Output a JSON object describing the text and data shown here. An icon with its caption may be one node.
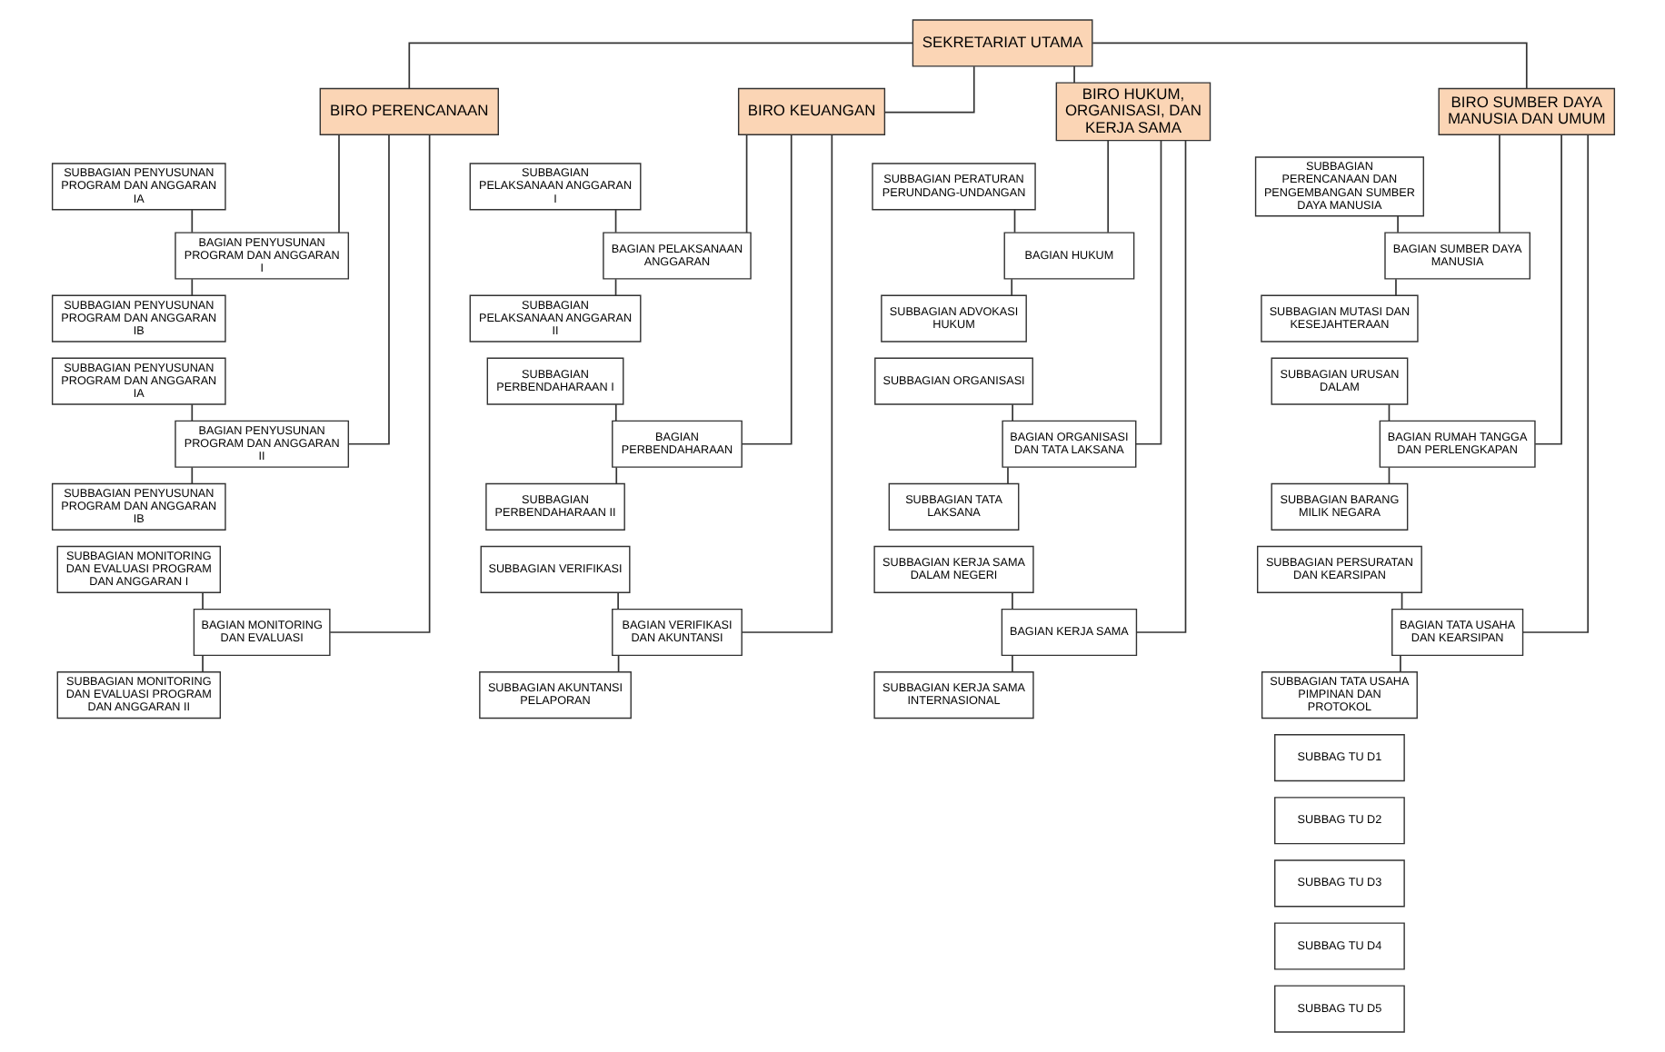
{
  "diagram": {
    "nodes": [
      {
        "text": [
          "SEKRETARIAT UTAMA"
        ]
      },
      {
        "text": [
          "BIRO PERENCANAAN"
        ]
      },
      {
        "text": [
          "BAGIAN PENYUSUNAN PROGRAM DAN ANGGARAN I"
        ]
      },
      {
        "text": [
          "SUBBAGIAN PENYUSUNAN PROGRAM DAN ANGGARAN IA"
        ]
      },
      {
        "text": [
          "SUBBAGIAN PENYUSUNAN PROGRAM DAN ANGGARAN IB"
        ]
      },
      {
        "text": [
          "BAGIAN PENYUSUNAN PROGRAM DAN ANGGARAN II"
        ]
      },
      {
        "text": [
          "SUBBAGIAN PENYUSUNAN PROGRAM DAN ANGGARAN IA"
        ]
      },
      {
        "text": [
          "SUBBAGIAN PENYUSUNAN PROGRAM DAN ANGGARAN IB"
        ]
      },
      {
        "text": [
          "BAGIAN MONITORING DAN EVALUASI"
        ]
      },
      {
        "text": [
          "SUBBAGIAN MONITORING DAN EVALUASI PROGRAM DAN ANGGARAN I"
        ]
      },
      {
        "text": [
          "SUBBAGIAN MONITORING DAN EVALUASI PROGRAM DAN ANGGARAN II"
        ]
      },
      {
        "text": [
          "BIRO KEUANGAN"
        ]
      },
      {
        "text": [
          "BAGIAN PELAKSANAAN ANGGARAN"
        ]
      },
      {
        "text": [
          "SUBBAGIAN PELAKSANAAN ANGGARAN I"
        ]
      },
      {
        "text": [
          "SUBBAGIAN PELAKSANAAN ANGGARAN II"
        ]
      },
      {
        "text": [
          "BAGIAN PERBENDAHARAAN"
        ]
      },
      {
        "text": [
          "SUBBAGIAN PERBENDAHARAAN I"
        ]
      },
      {
        "text": [
          "SUBBAGIAN PERBENDAHARAAN II"
        ]
      },
      {
        "text": [
          "BAGIAN VERIFIKASI DAN AKUNTANSI"
        ]
      },
      {
        "text": [
          "SUBBAGIAN VERIFIKASI"
        ]
      },
      {
        "text": [
          "SUBBAGIAN AKUNTANSI PELAPORAN"
        ]
      },
      {
        "text": [
          "BIRO HUKUM, ORGANISASI, DAN KERJA SAMA"
        ]
      },
      {
        "text": [
          "BAGIAN HUKUM"
        ]
      },
      {
        "text": [
          "SUBBAGIAN PERATURAN PERUNDANG-UNDANGAN"
        ]
      },
      {
        "text": [
          "SUBBAGIAN ADVOKASI HUKUM"
        ]
      },
      {
        "text": [
          "BAGIAN ORGANISASI DAN TATA LAKSANA"
        ]
      },
      {
        "text": [
          "SUBBAGIAN ORGANISASI"
        ]
      },
      {
        "text": [
          "SUBBAGIAN TATA LAKSANA"
        ]
      },
      {
        "text": [
          "BAGIAN KERJA SAMA"
        ]
      },
      {
        "text": [
          "SUBBAGIAN KERJA SAMA DALAM NEGERI"
        ]
      },
      {
        "text": [
          "SUBBAGIAN KERJA SAMA INTERNASIONAL"
        ]
      },
      {
        "text": [
          "BIRO SUMBER DAYA MANUSIA DAN UMUM"
        ]
      },
      {
        "text": [
          "BAGIAN SUMBER DAYA MANUSIA"
        ]
      },
      {
        "text": [
          "SUBBAGIAN PERENCANAAN DAN PENGEMBANGAN SUMBER DAYA MANUSIA"
        ]
      },
      {
        "text": [
          "SUBBAGIAN MUTASI DAN KESEJAHTERAAN"
        ]
      },
      {
        "text": [
          "BAGIAN RUMAH TANGGA DAN PERLENGKAPAN"
        ]
      },
      {
        "text": [
          "SUBBAGIAN URUSAN DALAM"
        ]
      },
      {
        "text": [
          "SUBBAGIAN BARANG MILIK NEGARA"
        ]
      },
      {
        "text": [
          "BAGIAN TATA USAHA DAN KEARSIPAN"
        ]
      },
      {
        "text": [
          "SUBBAGIAN PERSURATAN DAN KEARSIPAN"
        ]
      },
      {
        "text": [
          "SUBBAGIAN TATA USAHA PIMPINAN DAN PROTOKOL"
        ]
      },
      {
        "text": [
          "SUBBAG TU D1"
        ]
      },
      {
        "text": [
          "SUBBAG TU D2"
        ]
      },
      {
        "text": [
          "SUBBAG TU D3"
        ]
      },
      {
        "text": [
          "SUBBAG TU D4"
        ]
      },
      {
        "text": [
          "SUBBAG TU D5"
        ]
      }
    ],
    "edges": [
      {
        "from": 0,
        "to": 1,
        "arrow": "none"
      },
      {
        "from": 0,
        "to": 11,
        "arrow": "none"
      },
      {
        "from": 0,
        "to": 21,
        "arrow": "none"
      },
      {
        "from": 0,
        "to": 31,
        "arrow": "none"
      },
      {
        "from": 1,
        "to": 2,
        "arrow": "none"
      },
      {
        "from": 1,
        "to": 5,
        "arrow": "none"
      },
      {
        "from": 1,
        "to": 8,
        "arrow": "none"
      },
      {
        "from": 2,
        "to": 3,
        "arrow": "none"
      },
      {
        "from": 2,
        "to": 4,
        "arrow": "none"
      },
      {
        "from": 5,
        "to": 6,
        "arrow": "none"
      },
      {
        "from": 5,
        "to": 7,
        "arrow": "none"
      },
      {
        "from": 8,
        "to": 9,
        "arrow": "none"
      },
      {
        "from": 8,
        "to": 10,
        "arrow": "none"
      },
      {
        "from": 11,
        "to": 12,
        "arrow": "none"
      },
      {
        "from": 11,
        "to": 15,
        "arrow": "none"
      },
      {
        "from": 11,
        "to": 18,
        "arrow": "none"
      },
      {
        "from": 12,
        "to": 13,
        "arrow": "none"
      },
      {
        "from": 12,
        "to": 14,
        "arrow": "none"
      },
      {
        "from": 15,
        "to": 16,
        "arrow": "none"
      },
      {
        "from": 15,
        "to": 17,
        "arrow": "none"
      },
      {
        "from": 18,
        "to": 19,
        "arrow": "none"
      },
      {
        "from": 18,
        "to": 20,
        "arrow": "none"
      },
      {
        "from": 21,
        "to": 22,
        "arrow": "none"
      },
      {
        "from": 21,
        "to": 25,
        "arrow": "none"
      },
      {
        "from": 21,
        "to": 28,
        "arrow": "none"
      },
      {
        "from": 22,
        "to": 23,
        "arrow": "none"
      },
      {
        "from": 22,
        "to": 24,
        "arrow": "none"
      },
      {
        "from": 25,
        "to": 26,
        "arrow": "none"
      },
      {
        "from": 25,
        "to": 27,
        "arrow": "none"
      },
      {
        "from": 28,
        "to": 29,
        "arrow": "none"
      },
      {
        "from": 28,
        "to": 30,
        "arrow": "none"
      },
      {
        "from": 31,
        "to": 32,
        "arrow": "none"
      },
      {
        "from": 31,
        "to": 35,
        "arrow": "none"
      },
      {
        "from": 31,
        "to": 38,
        "arrow": "none"
      },
      {
        "from": 32,
        "to": 33,
        "arrow": "none"
      },
      {
        "from": 32,
        "to": 34,
        "arrow": "none"
      },
      {
        "from": 35,
        "to": 36,
        "arrow": "none"
      },
      {
        "from": 35,
        "to": 37,
        "arrow": "none"
      },
      {
        "from": 38,
        "to": 39,
        "arrow": "none"
      },
      {
        "from": 38,
        "to": 40,
        "arrow": "none"
      }
    ]
  }
}
